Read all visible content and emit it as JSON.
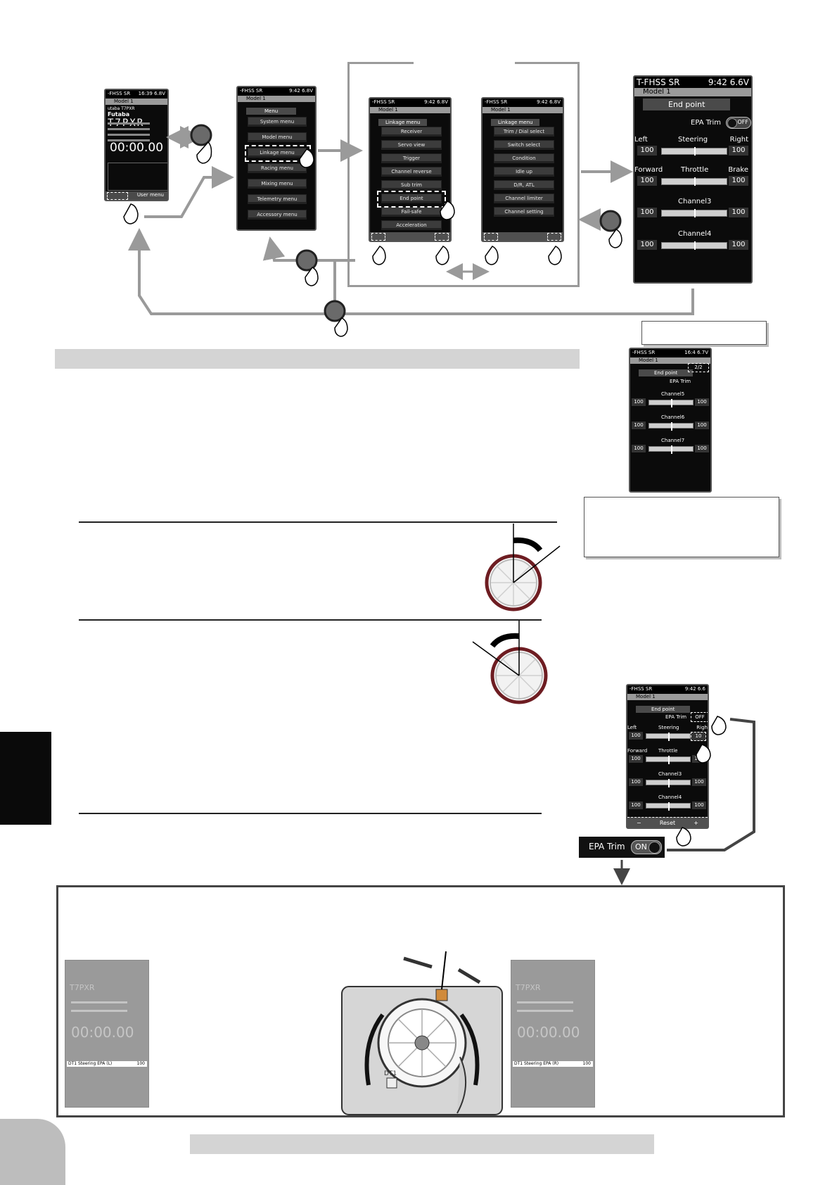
{
  "home_screen": {
    "system": "-FHSS SR",
    "time": "16:39",
    "batt": "6.8V",
    "model": "Model 1",
    "brand_small": "utaba T7PXR",
    "brand": "Futaba",
    "product": "T7PXR",
    "timer": "00:00.00",
    "bottom_button": "User menu"
  },
  "menu_screen": {
    "system": "-FHSS SR",
    "time": "9:42",
    "batt": "6.8V",
    "model": "Model 1",
    "title": "Menu",
    "items": [
      "System menu",
      "Model menu",
      "Linkage menu",
      "Racing menu",
      "Mixing menu",
      "Telemetry menu",
      "Accessory menu"
    ]
  },
  "linkage1": {
    "system": "-FHSS SR",
    "time": "9:42",
    "batt": "6.8V",
    "model": "Model 1",
    "title": "Linkage menu",
    "items": [
      "Receiver",
      "Servo view",
      "Trigger",
      "Channel reverse",
      "Sub trim",
      "End point",
      "Fail-safe",
      "Acceleration"
    ]
  },
  "linkage2": {
    "system": "-FHSS SR",
    "time": "9:42",
    "batt": "6.8V",
    "model": "Model 1",
    "title": "Linkage menu",
    "items": [
      "Trim / Dial select",
      "Switch select",
      "Condition",
      "Idle up",
      "D/R, ATL",
      "Channel limiter",
      "Channel setting"
    ]
  },
  "endpoint_big": {
    "system": "T-FHSS SR",
    "time": "9:42",
    "batt": "6.6V",
    "model": "Model 1",
    "title": "End point",
    "epa_label": "EPA Trim",
    "epa_state": "OFF",
    "rows": [
      {
        "left_label": "Left",
        "name": "Steering",
        "right_label": "Right",
        "left": "100",
        "right": "100"
      },
      {
        "left_label": "Forward",
        "name": "Throttle",
        "right_label": "Brake",
        "left": "100",
        "right": "100"
      },
      {
        "left_label": "",
        "name": "Channel3",
        "right_label": "",
        "left": "100",
        "right": "100"
      },
      {
        "left_label": "",
        "name": "Channel4",
        "right_label": "",
        "left": "100",
        "right": "100"
      }
    ]
  },
  "endpoint_page2": {
    "system": "-FHSS SR",
    "time": "16:4",
    "batt": "6.7V",
    "model": "Model 1",
    "title": "End point",
    "page": "2/2",
    "epa_label": "EPA Trim",
    "rows": [
      {
        "name": "Channel5",
        "left": "100",
        "right": "100"
      },
      {
        "name": "Channel6",
        "left": "100",
        "right": "100"
      },
      {
        "name": "Channel7",
        "left": "100",
        "right": "100"
      }
    ]
  },
  "endpoint_small": {
    "system": "-FHSS SR",
    "time": "9:42",
    "batt": "6.6",
    "model": "Model 1",
    "title": "End point",
    "epa_label": "EPA Trim",
    "epa_state": "OFF",
    "rows": [
      {
        "left_label": "Left",
        "name": "Steering",
        "right_label": "Righ",
        "left": "100",
        "right": "10"
      },
      {
        "left_label": "Forward",
        "name": "Throttle",
        "right_label": "Br",
        "left": "100",
        "right": "100"
      },
      {
        "left_label": "",
        "name": "Channel3",
        "right_label": "",
        "left": "100",
        "right": "100"
      },
      {
        "left_label": "",
        "name": "Channel4",
        "right_label": "",
        "left": "100",
        "right": "100"
      }
    ],
    "nav": [
      "−",
      "Reset",
      "+"
    ]
  },
  "epa_trim_on": {
    "label": "EPA Trim",
    "state": "ON"
  },
  "example": {
    "left_selected": "DT1 Steering EPA (L)",
    "left_value": "100",
    "right_selected": "DT1 Steering EPA (R)",
    "right_value": "100",
    "timer": "00:00.00",
    "product": "T7PXR",
    "dt_label": "DT1"
  }
}
